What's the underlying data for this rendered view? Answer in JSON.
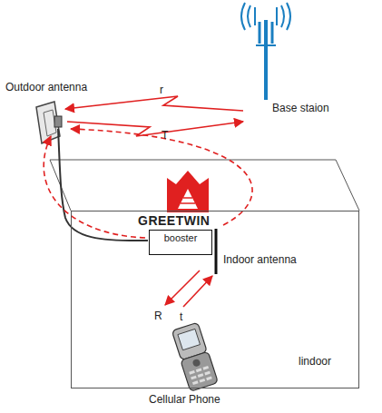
{
  "diagram": {
    "nodes": [
      {
        "text": [
          "lindoor"
        ]
      },
      {
        "text": [
          "booster"
        ],
        "in": 0
      }
    ],
    "labels": [
      "Outdoor antenna",
      "Base staion",
      "r",
      "T",
      "GREETWIN",
      "Indoor antenna",
      "R",
      "t",
      "Cellular Phone"
    ]
  }
}
